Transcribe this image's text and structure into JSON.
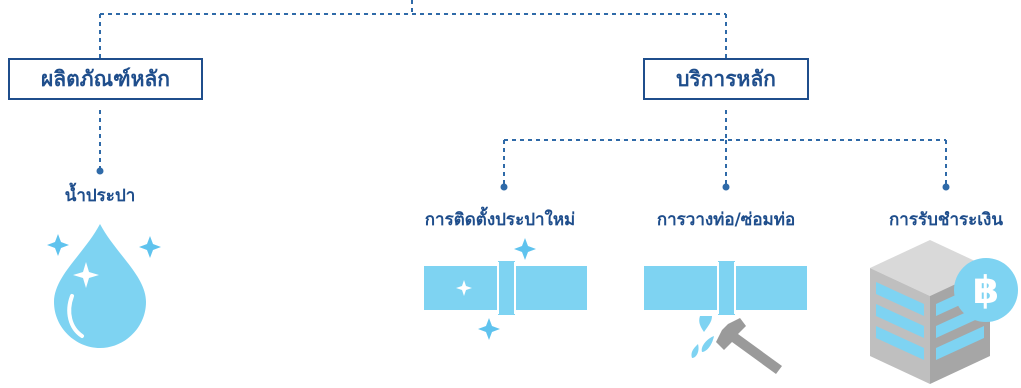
{
  "categories": {
    "products": {
      "title": "ผลิตภัณฑ์หลัก",
      "items": [
        "น้ำประปา"
      ]
    },
    "services": {
      "title": "บริการหลัก",
      "items": [
        "การติดตั้งประปาใหม่",
        "การวางท่อ/ซ่อมท่อ",
        "การรับชำระเงิน"
      ]
    }
  },
  "icons": {
    "water": "water-drop-icon",
    "new_install": "pipe-install-icon",
    "repair": "pipe-repair-icon",
    "payment": "bitcoin-server-icon"
  },
  "payment_symbol": "฿",
  "colors": {
    "navy": "#1f4e8c",
    "connector": "#2f6aa8",
    "light_blue": "#7ed3f2",
    "sparkle": "#5fc3ee",
    "grey": "#9a9a9a",
    "light_grey": "#d9d9d9"
  }
}
